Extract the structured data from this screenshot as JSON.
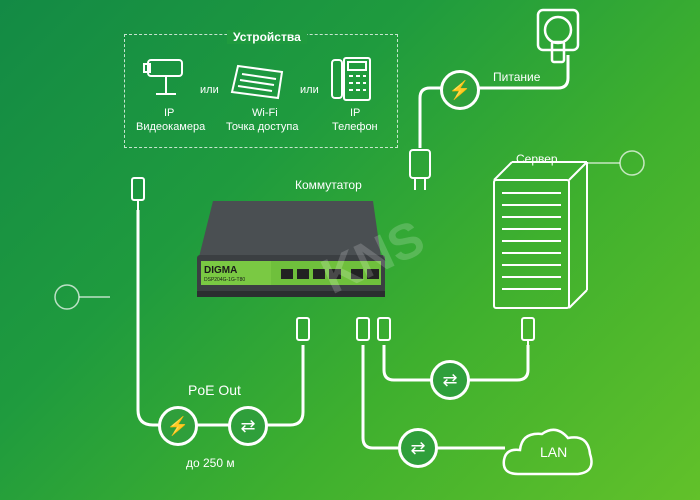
{
  "devices": {
    "title": "Устройства",
    "or_1": "или",
    "or_2": "или",
    "camera": {
      "line1": "IP",
      "line2": "Видеокамера"
    },
    "ap": {
      "line1": "Wi-Fi",
      "line2": "Точка доступа"
    },
    "phone": {
      "line1": "IP",
      "line2": "Телефон"
    }
  },
  "power": {
    "label": "Питание"
  },
  "server": {
    "label": "Сервер"
  },
  "switch": {
    "label": "Коммутатор",
    "brand": "DIGMA",
    "model": "DSP204G-1G-T80"
  },
  "poe": {
    "label": "PoE Out",
    "distance": "до 250 м"
  },
  "lan": {
    "label": "LAN"
  },
  "watermark": "KNS",
  "colors": {
    "background_start": "#138a45",
    "background_end": "#62c12a",
    "line": "#ffffff",
    "switch_body": "#3b3f42",
    "switch_panel": "#7ac943"
  }
}
